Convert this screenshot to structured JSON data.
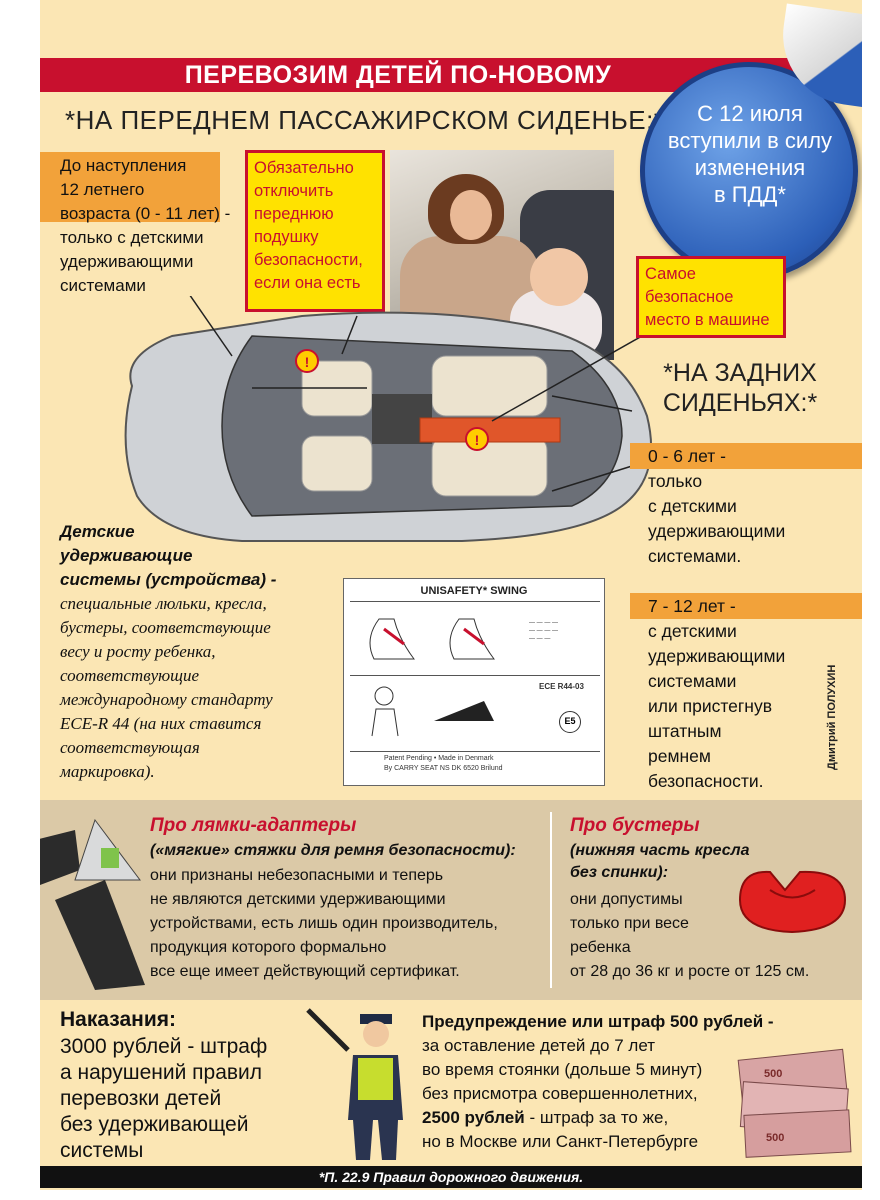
{
  "header": {
    "title": "ПЕРЕВОЗИМ ДЕТЕЙ ПО-НОВОМУ"
  },
  "front": {
    "heading": "*НА ПЕРЕДНЕМ ПАССАЖИРСКОМ СИДЕНЬЕ:*",
    "lines": [
      "До наступления",
      "12 летнего",
      "возраста (0 - 11 лет) -",
      "только с детскими",
      "удерживающими",
      "системами"
    ]
  },
  "sticker": {
    "lines": [
      "С 12 июля",
      "вступили в силу",
      "изменения",
      "в ПДД*"
    ]
  },
  "callouts": {
    "airbag": [
      "Обязательно",
      "отключить",
      "переднюю",
      "подушку",
      "безопасности,",
      "если она есть"
    ],
    "safest": [
      "Самое",
      "безопасное",
      "место в машине"
    ]
  },
  "rear": {
    "heading": [
      "*НА ЗАДНИХ",
      "СИДЕНЬЯХ:*"
    ],
    "group1_age": "0 - 6 лет -",
    "group1_lines": [
      "только",
      "с детскими",
      "удерживающими",
      "системами."
    ],
    "group2_age": "7 - 12 лет -",
    "group2_lines": [
      "с детскими",
      "удерживающими",
      "системами",
      "или пристегнув",
      "штатным",
      "ремнем",
      "безопасности."
    ]
  },
  "author": "Дмитрий ПОЛУХИН",
  "child_systems": {
    "title_lines": [
      "Детские",
      "удерживающие",
      "системы (устройства) -"
    ],
    "lines": [
      "специальные люльки, кресла,",
      "бустеры, соответствующие",
      "весу и росту ребенка,",
      "соответствующие",
      "международному стандарту",
      "ECE-R 44 (на них ставится",
      "соответствующая",
      "маркировка)."
    ]
  },
  "label": {
    "title": "UNISAFETY* SWING",
    "code": "ECE R44-03",
    "mark": "E5",
    "footer1": "Patent Pending • Made in Denmark",
    "footer2": "By CARRY SEAT NS DK 6520 Brilund"
  },
  "adapters": {
    "title": "Про лямки-адаптеры",
    "subtitle": "(«мягкие» стяжки для ремня безопасности):",
    "lines": [
      "они признаны небезопасными и теперь",
      "не являются детскими удерживающими",
      "устройствами, есть лишь один производитель,",
      "продукция которого формально",
      "все еще имеет действующий сертификат."
    ]
  },
  "boosters": {
    "title": "Про бустеры",
    "subtitle": [
      "(нижняя часть кресла",
      "без спинки):"
    ],
    "lines": [
      "они  допустимы",
      "только при весе",
      "ребенка",
      "от 28 до 36 кг и росте от 125 см."
    ]
  },
  "penalties": {
    "title": "Наказания:",
    "lines": [
      "3000 рублей - штраф",
      "а нарушений правил",
      "перевозки детей",
      "без удерживающей",
      "системы"
    ]
  },
  "warning": {
    "title": "Предупреждение или штраф 500 рублей -",
    "lines": [
      "за оставление детей до 7 лет",
      "во время стоянки (дольше 5 минут)",
      "без присмотра совершеннолетних,"
    ],
    "bold_part": "2500 рублей",
    "line4_rest": " - штраф за то же,",
    "line5": "но в Москве или Санкт-Петербурге",
    "banknote": "500"
  },
  "footnote": "*П. 22.9 Правил дорожного движения.",
  "colors": {
    "background": "#fbe6b4",
    "red": "#c8102e",
    "orange": "#f2a23a",
    "yellow": "#ffe200",
    "blue": "#2c5fb8"
  }
}
